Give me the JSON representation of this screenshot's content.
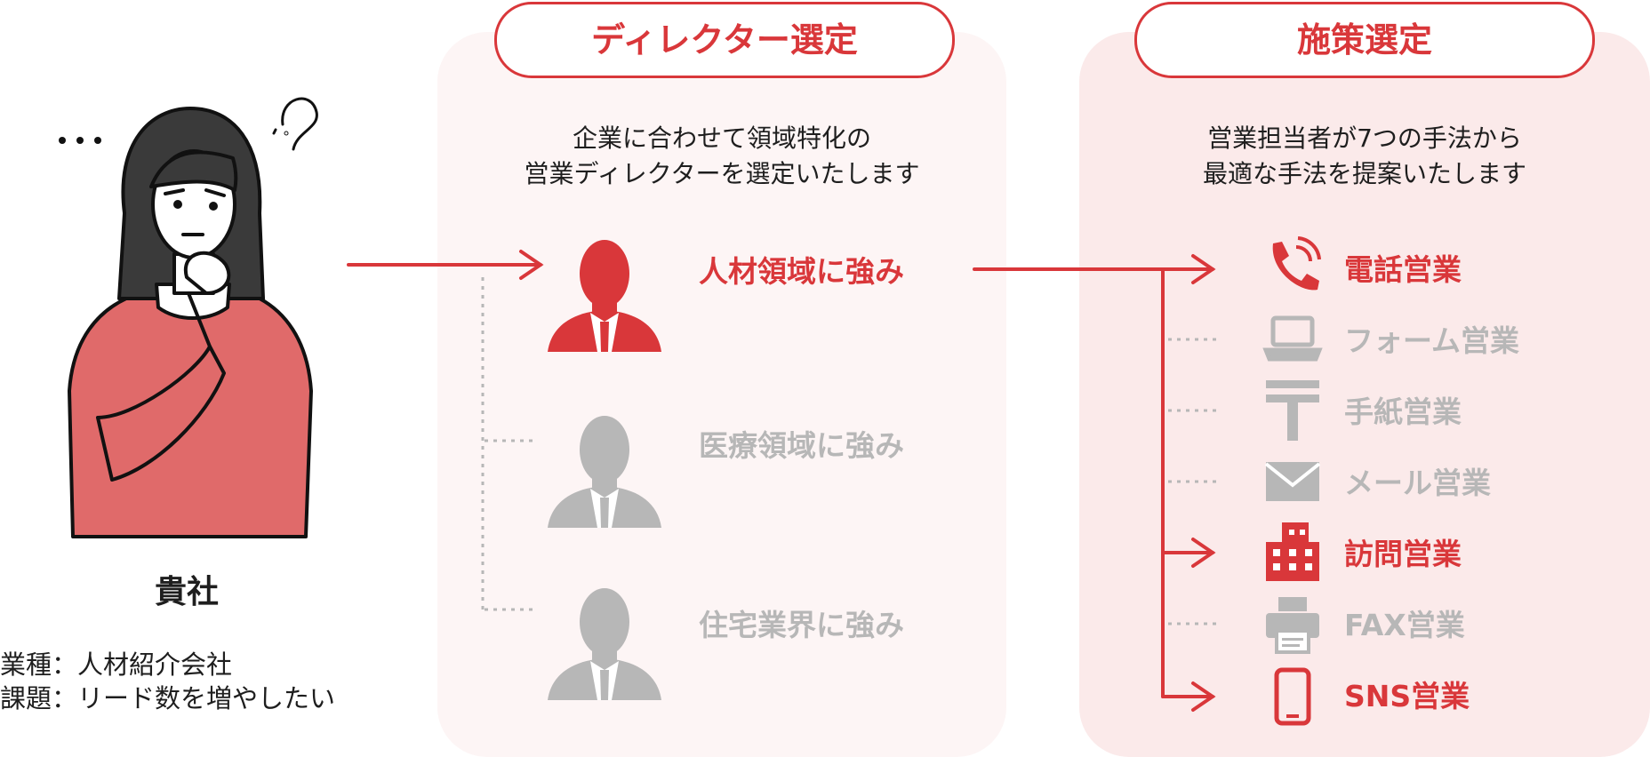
{
  "company": {
    "name": "貴社",
    "industry_line": "業種：人材紹介会社",
    "issue_line": "課題：リード数を増やしたい",
    "thought_ellipsis": "…",
    "thought_question": "?"
  },
  "director_step": {
    "title": "ディレクター選定",
    "description_lines": [
      "企業に合わせて領域特化の",
      "営業ディレクターを選定いたします"
    ],
    "directors": [
      {
        "label": "人材領域に強み",
        "active": true,
        "icon": "person-suit-icon"
      },
      {
        "label": "医療領域に強み",
        "active": false,
        "icon": "person-suit-icon"
      },
      {
        "label": "住宅業界に強み",
        "active": false,
        "icon": "person-suit-icon"
      }
    ]
  },
  "measure_step": {
    "title": "施策選定",
    "description_lines": [
      "営業担当者が7つの手法から",
      "最適な手法を提案いたします"
    ],
    "methods": [
      {
        "label": "電話営業",
        "active": true,
        "icon": "phone-icon"
      },
      {
        "label": "フォーム営業",
        "active": false,
        "icon": "laptop-icon"
      },
      {
        "label": "手紙営業",
        "active": false,
        "icon": "postal-mark-icon"
      },
      {
        "label": "メール営業",
        "active": false,
        "icon": "envelope-icon"
      },
      {
        "label": "訪問営業",
        "active": true,
        "icon": "building-icon"
      },
      {
        "label": "FAX営業",
        "active": false,
        "icon": "fax-icon"
      },
      {
        "label": "SNS営業",
        "active": true,
        "icon": "smartphone-icon"
      }
    ]
  },
  "colors": {
    "accent": "#d9373a",
    "inactive": "#b7b7b7",
    "panel_director": "#fdf5f5",
    "panel_measure": "#fbeaea",
    "hair": "#3a3a3a",
    "sweater": "#e06a6a"
  }
}
